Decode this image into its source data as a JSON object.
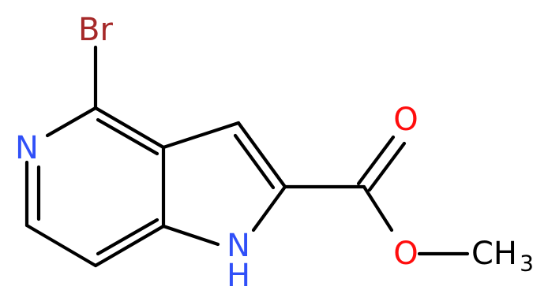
{
  "molecule": {
    "atoms": {
      "br": {
        "text": "Br",
        "color": "#a62929"
      },
      "n_pyridine": {
        "text": "N",
        "color": "#3050f8"
      },
      "nh": {
        "text": "N",
        "h": "H",
        "color": "#3050f8"
      },
      "o_carbonyl": {
        "text": "O",
        "color": "#ff0d0d"
      },
      "o_ester": {
        "text": "O",
        "color": "#ff0d0d"
      },
      "ch3": {
        "text": "CH",
        "sub": "3",
        "color": "#000000"
      }
    },
    "bond_color": "#000000"
  }
}
